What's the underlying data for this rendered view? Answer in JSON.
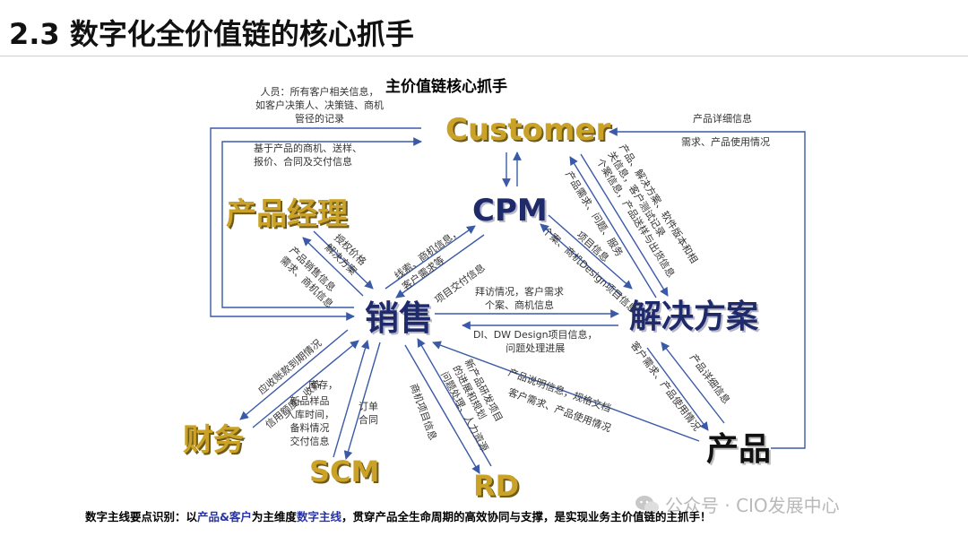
{
  "header": {
    "title": "2.3 数字化全价值链的核心抓手"
  },
  "diagram": {
    "title": "主价值链核心抓手",
    "nodes": {
      "customer": "Customer",
      "cpm": "CPM",
      "product_manager": "产品经理",
      "sales": "销售",
      "solution": "解决方案",
      "finance": "财务",
      "scm": "SCM",
      "rd": "RD",
      "product": "产品"
    },
    "labels": {
      "people_info": "人员：所有客户相关信息，\n如客户决策人、决策链、商机\n管径的记录",
      "based_product": "基于产品的商机、送样、\n报价、合同及交付信息",
      "product_detail_top": "产品详细信息",
      "demand_usage_top": "需求、产品使用情况",
      "product_solution_info": "产品、解决方案、软件版本和相\n关信息，客户测试记录\n个案信息，产品送样与出货信息",
      "product_demand_issue": "产品需求、问题、服务",
      "case_design_info": "个案、商机Design项目信息",
      "project_info": "项目信息",
      "auth_price": "授权价格\n解决方案",
      "sales_info": "产品销售信息\n需求、商机信息",
      "leads_info": "线索、商机信息，\n客户需求等",
      "project_delivery": "项目交付信息",
      "visit_info": "拜访情况，客户需求\n个案、商机信息",
      "di_dw_info": "DI、DW Design项目信息，\n问题处理进展",
      "receivable": "应收账款到期情况",
      "credit_info": "信用额度、收款",
      "new_sample": "新品样品\n入库时间，\n备料情况\n交付信息",
      "inventory": "库存，",
      "order_contract": "订单\n合同",
      "opportunity_project": "商机项目信息",
      "new_product_rd": "新产品研发项目\n的进展和规划\n问题处理、人力资源",
      "product_spec": "产品说明信息，规格文档",
      "demand_usage_mid": "客户需求、产品使用情况",
      "demand_usage_right": "客户需求、产品使用情况",
      "product_detail_right": "产品详细信息"
    }
  },
  "footer": {
    "prefix": "数字主线要点识别：以",
    "hl1": "产品&客户",
    "mid1": "为主维度",
    "hl2": "数字主线",
    "suffix": "，贯穿产品全生命周期的高效协同与支撑，是实现业务主价值链的主抓手！"
  },
  "watermark": {
    "text": "公众号 · CIO发展中心"
  },
  "colors": {
    "gold": "#c9a227",
    "navy": "#1f2a6b",
    "arrow": "#3a5aa8",
    "highlight": "#2633a8"
  }
}
